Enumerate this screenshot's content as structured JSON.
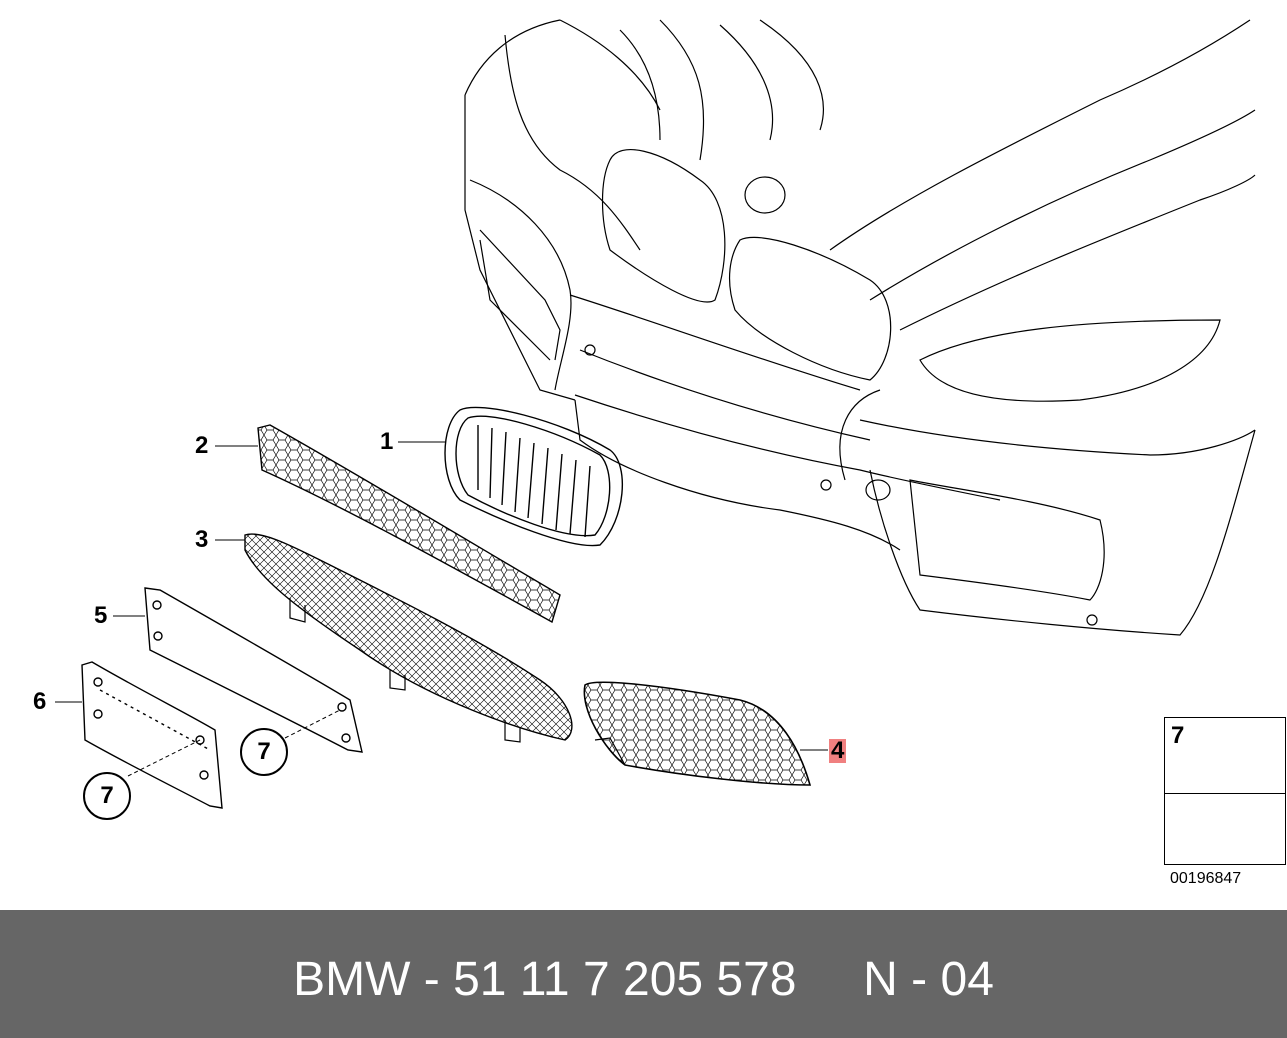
{
  "callouts": {
    "c1": "1",
    "c2": "2",
    "c3": "3",
    "c4": "4",
    "c5": "5",
    "c6": "6",
    "c7a": "7",
    "c7b": "7"
  },
  "legend": {
    "part_number": "7",
    "image_id": "00196847"
  },
  "footer": {
    "text": "BMW - 51 11 7 205 578     N - 04"
  },
  "colors": {
    "footer_bg": "#666666",
    "highlight": "#f08080"
  }
}
